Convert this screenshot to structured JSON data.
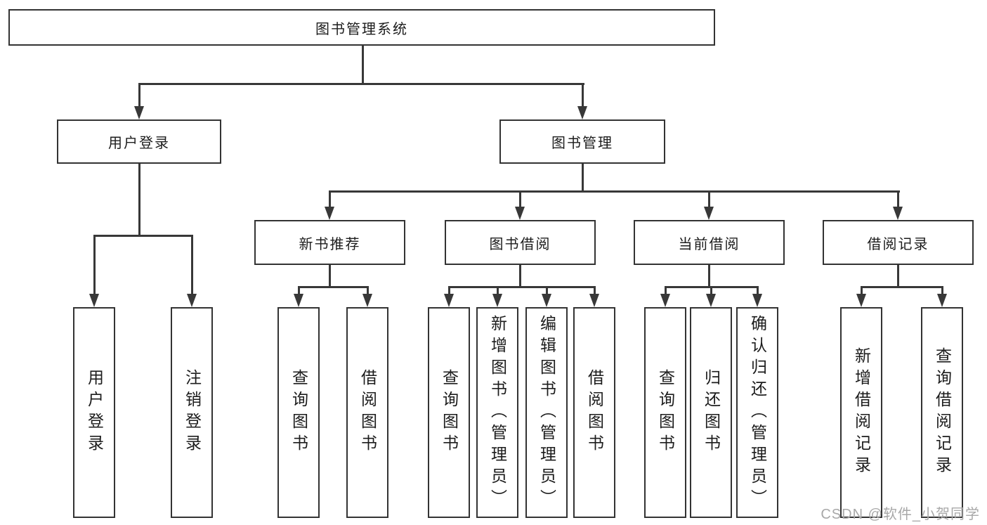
{
  "root": {
    "label": "图书管理系统"
  },
  "branches": [
    {
      "label": "用户登录",
      "children": [
        "用户登录",
        "注销登录"
      ]
    },
    {
      "label": "图书管理",
      "sections": [
        {
          "label": "新书推荐",
          "children": [
            "查询图书",
            "借阅图书"
          ]
        },
        {
          "label": "图书借阅",
          "children": [
            "查询图书",
            "新增图书（管理员）",
            "编辑图书（管理员）",
            "借阅图书"
          ]
        },
        {
          "label": "当前借阅",
          "children": [
            "查询图书",
            "归还图书",
            "确认归还（管理员）"
          ]
        },
        {
          "label": "借阅记录",
          "children": [
            "新增借阅记录",
            "查询借阅记录"
          ]
        }
      ]
    }
  ],
  "watermark": {
    "text": "CSDN @软件_小贺同学"
  },
  "colors": {
    "line": "#383838",
    "border": "#333333",
    "text": "#1c1c1c",
    "watermark": "#a8a8a8",
    "background": "#ffffff"
  }
}
